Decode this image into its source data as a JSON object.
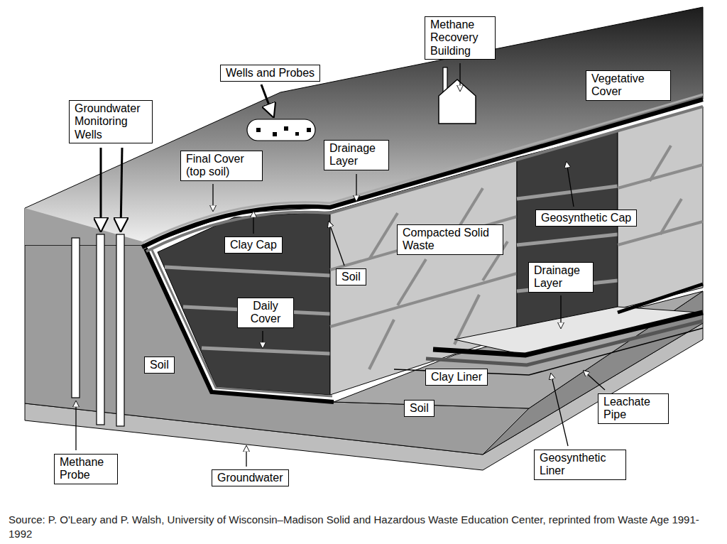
{
  "diagram": {
    "caption": "Source: P. O'Leary and P. Walsh, University of Wisconsin–Madison Solid and Hazardous Waste Education Center, reprinted from Waste Age 1991-1992",
    "nodes": [
      {
        "text": [
          "Methane Recovery Building"
        ]
      },
      {
        "text": [
          "Wells and Probes"
        ]
      },
      {
        "text": [
          "Vegetative Cover"
        ]
      },
      {
        "text": [
          "Groundwater Monitoring Wells"
        ]
      },
      {
        "text": [
          "Final Cover (top soil)"
        ]
      },
      {
        "text": [
          "Drainage Layer"
        ]
      },
      {
        "text": [
          "Clay Cap"
        ]
      },
      {
        "text": [
          "Compacted Solid Waste"
        ]
      },
      {
        "text": [
          "Geosynthetic Cap"
        ]
      },
      {
        "text": [
          "Soil"
        ]
      },
      {
        "text": [
          "Drainage Layer"
        ]
      },
      {
        "text": [
          "Daily Cover"
        ]
      },
      {
        "text": [
          "Soil"
        ]
      },
      {
        "text": [
          "Clay Liner"
        ]
      },
      {
        "text": [
          "Soil"
        ]
      },
      {
        "text": [
          "Leachate Pipe"
        ]
      },
      {
        "text": [
          "Geosynthetic Liner"
        ]
      },
      {
        "text": [
          "Methane Probe"
        ]
      },
      {
        "text": [
          "Groundwater"
        ]
      }
    ]
  }
}
